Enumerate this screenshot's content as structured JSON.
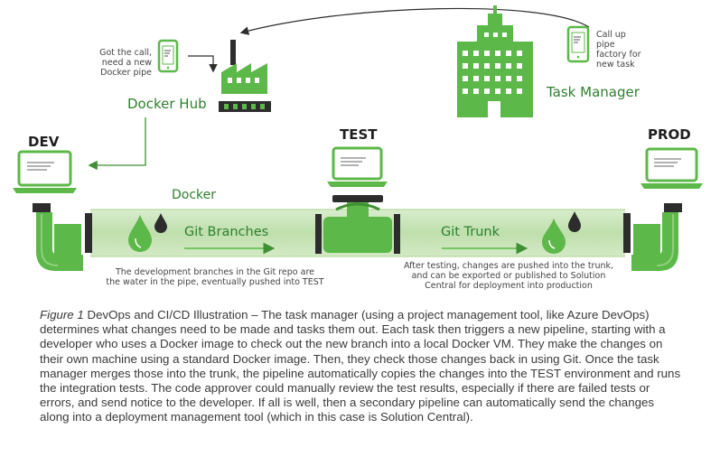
{
  "labels": {
    "dev": "DEV",
    "test": "TEST",
    "prod": "PROD",
    "docker": "Docker",
    "docker_hub": "Docker Hub",
    "task_manager": "Task Manager",
    "git_branches": "Git Branches",
    "git_trunk": "Git Trunk"
  },
  "notes": {
    "docker_hub_call": [
      "Got the call,",
      "need a new",
      "Docker pipe"
    ],
    "task_manager_call": [
      "Call up",
      "pipe",
      "factory for",
      "new task"
    ],
    "branches_note": [
      "The development branches in the Git repo are",
      "the water in the pipe, eventually pushed into TEST"
    ],
    "trunk_note": [
      "After testing, changes are pushed into the trunk,",
      "and can be exported or published to Solution",
      "Central for deployment into production"
    ]
  },
  "caption": {
    "figure_label": "Figure 1",
    "text": " DevOps and CI/CD Illustration – The task manager (using a project management tool, like Azure DevOps) determines what changes need to be made and tasks them out. Each task then triggers a new pipeline, starting with a developer who uses a Docker image to check out the new branch into a local Docker VM. They make the changes on their own machine using a standard Docker image. Then, they check those changes back in using Git. Once the task manager merges those into the trunk, the pipeline automatically copies the changes into the TEST environment and runs the integration tests. The code approver could manually review the test results, especially if there are failed tests or errors, and send notice to the developer. If all is well, then a secondary pipeline can automatically send the changes along into a deployment management tool (which in this case is Solution Central)."
  },
  "colors": {
    "green": "#5cb848",
    "dark_green": "#3f8f33",
    "pipe_fill": "#c8e3b8",
    "dark": "#2d2d2d"
  },
  "icons": [
    "factory-icon",
    "building-icon",
    "laptop-icon",
    "phone-icon",
    "water-drop-icon",
    "valve-icon",
    "faucet-icon"
  ]
}
